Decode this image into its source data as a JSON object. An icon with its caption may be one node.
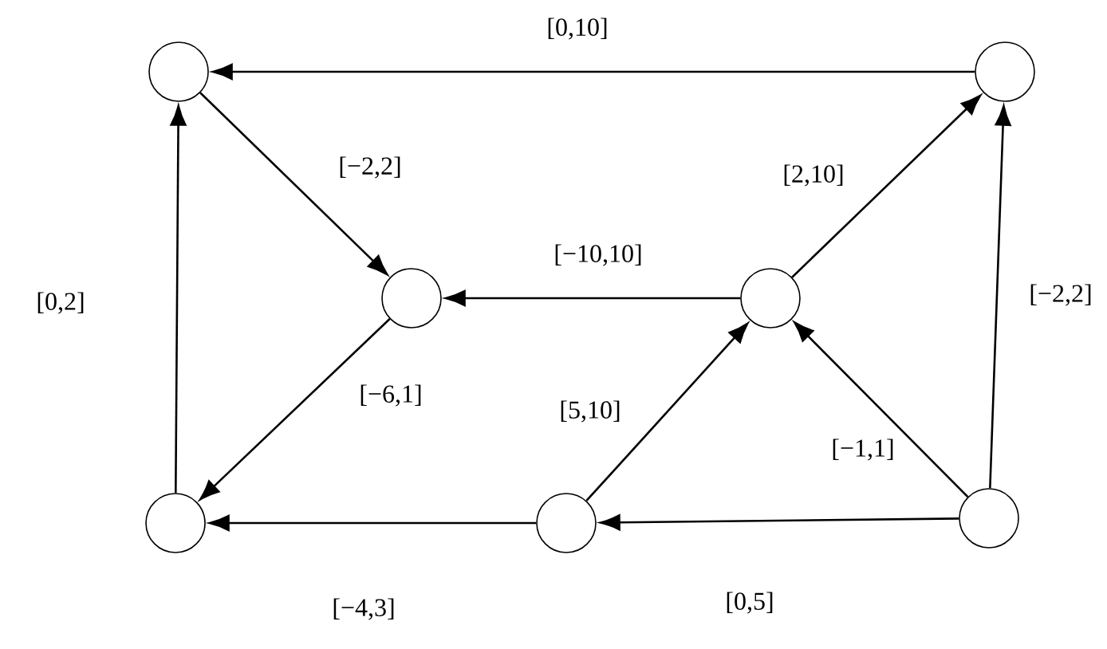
{
  "diagram": {
    "nodes": [
      {
        "text": [],
        "shape": "circle"
      },
      {
        "text": [],
        "shape": "circle"
      },
      {
        "text": [],
        "shape": "circle"
      },
      {
        "text": [],
        "shape": "circle"
      },
      {
        "text": [],
        "shape": "circle"
      },
      {
        "text": [],
        "shape": "circle"
      },
      {
        "text": [],
        "shape": "circle"
      }
    ],
    "edges": [
      {
        "from": 1,
        "to": 0,
        "arrow": "to",
        "label": "[0,10]"
      },
      {
        "from": 0,
        "to": 2,
        "arrow": "to",
        "label": "[−2,2]"
      },
      {
        "from": 3,
        "to": 2,
        "arrow": "to",
        "label": "[−10,10]"
      },
      {
        "from": 3,
        "to": 1,
        "arrow": "to",
        "label": "[2,10]"
      },
      {
        "from": 6,
        "to": 1,
        "arrow": "to",
        "label": "[−2,2]"
      },
      {
        "from": 2,
        "to": 4,
        "arrow": "to",
        "label": "[−6,1]"
      },
      {
        "from": 4,
        "to": 0,
        "arrow": "to",
        "label": "[0,2]"
      },
      {
        "from": 5,
        "to": 4,
        "arrow": "to",
        "label": "[−4,3]"
      },
      {
        "from": 5,
        "to": 3,
        "arrow": "to",
        "label": "[5,10]"
      },
      {
        "from": 6,
        "to": 3,
        "arrow": "to",
        "label": "[−1,1]"
      },
      {
        "from": 6,
        "to": 5,
        "arrow": "to",
        "label": "[0,5]"
      }
    ]
  }
}
